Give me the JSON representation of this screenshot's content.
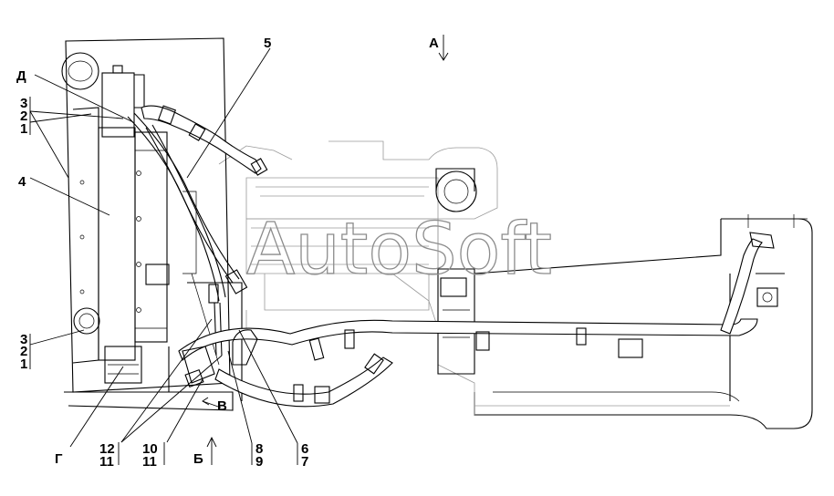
{
  "watermark": "AutoSoft",
  "labels": {
    "d": "Д",
    "a": "А",
    "b": "Б",
    "v": "В",
    "g": "Г",
    "n5": "5",
    "n4": "4",
    "top_group": [
      "3",
      "2",
      "1"
    ],
    "bottom_group": [
      "3",
      "2",
      "1"
    ],
    "pair_12_11": [
      "12",
      "11"
    ],
    "pair_10_11": [
      "10",
      "11"
    ],
    "pair_8_9": [
      "8",
      "9"
    ],
    "pair_6_7": [
      "6",
      "7"
    ]
  }
}
